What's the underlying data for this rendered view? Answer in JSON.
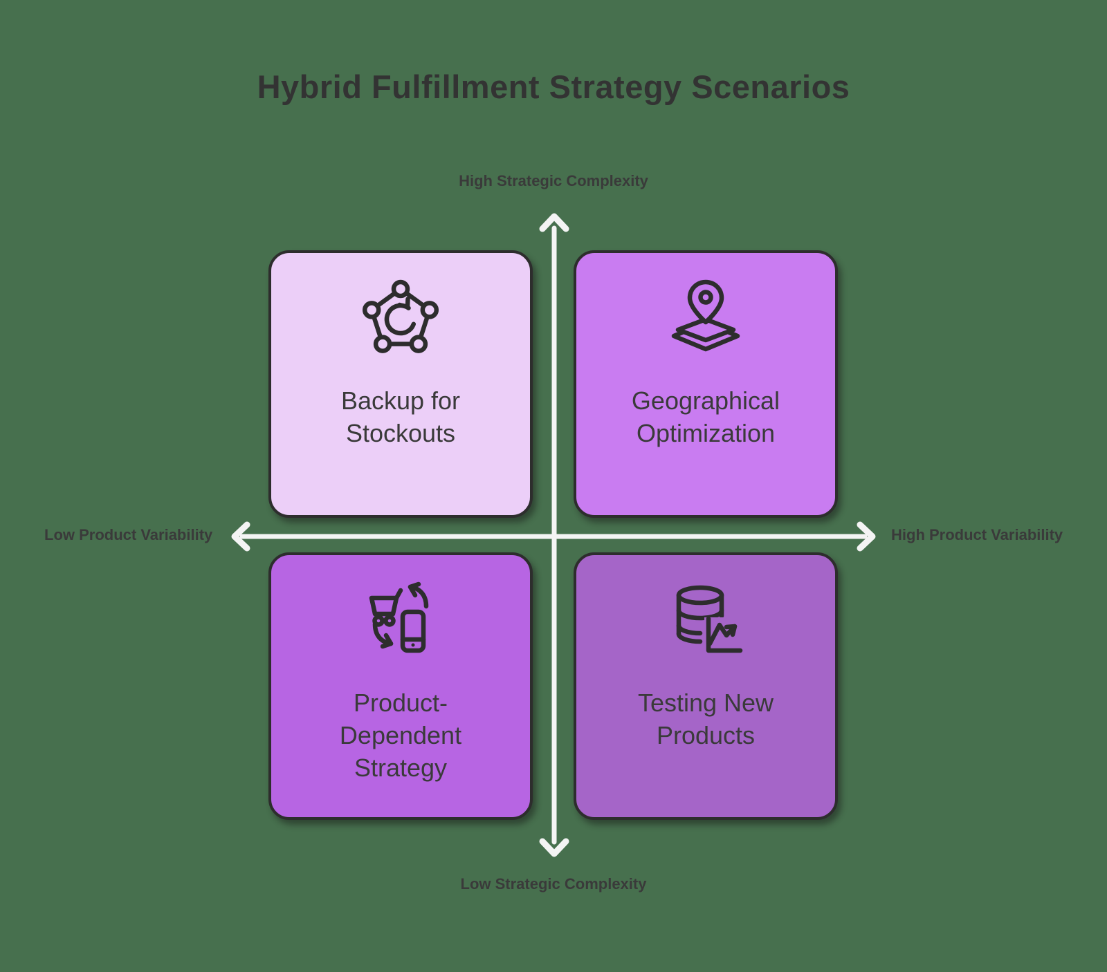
{
  "title": "Hybrid Fulfillment Strategy Scenarios",
  "axes": {
    "top": "High Strategic Complexity",
    "bottom": "Low Strategic Complexity",
    "left": "Low Product Variability",
    "right": "High Product Variability"
  },
  "quadrants": [
    {
      "position": "top-left",
      "label": [
        "Backup for",
        "Stockouts"
      ],
      "icon": "pentagon-network-refresh-icon",
      "color": "#ECCFF8"
    },
    {
      "position": "top-right",
      "label": [
        "Geographical",
        "Optimization"
      ],
      "icon": "map-pin-layers-icon",
      "color": "#C97CF1"
    },
    {
      "position": "bottom-left",
      "label": [
        "Product-",
        "Dependent",
        "Strategy"
      ],
      "icon": "cart-phone-swap-icon",
      "color": "#B765E3"
    },
    {
      "position": "bottom-right",
      "label": [
        "Testing New",
        "Products"
      ],
      "icon": "database-chart-icon",
      "color": "#A565C8"
    }
  ],
  "colors": {
    "background": "#47704E",
    "card_border": "#2D2D2D",
    "icon_stroke": "#2D2D2D",
    "arrow": "#F4F4F4",
    "text": "#3A3A3A"
  }
}
